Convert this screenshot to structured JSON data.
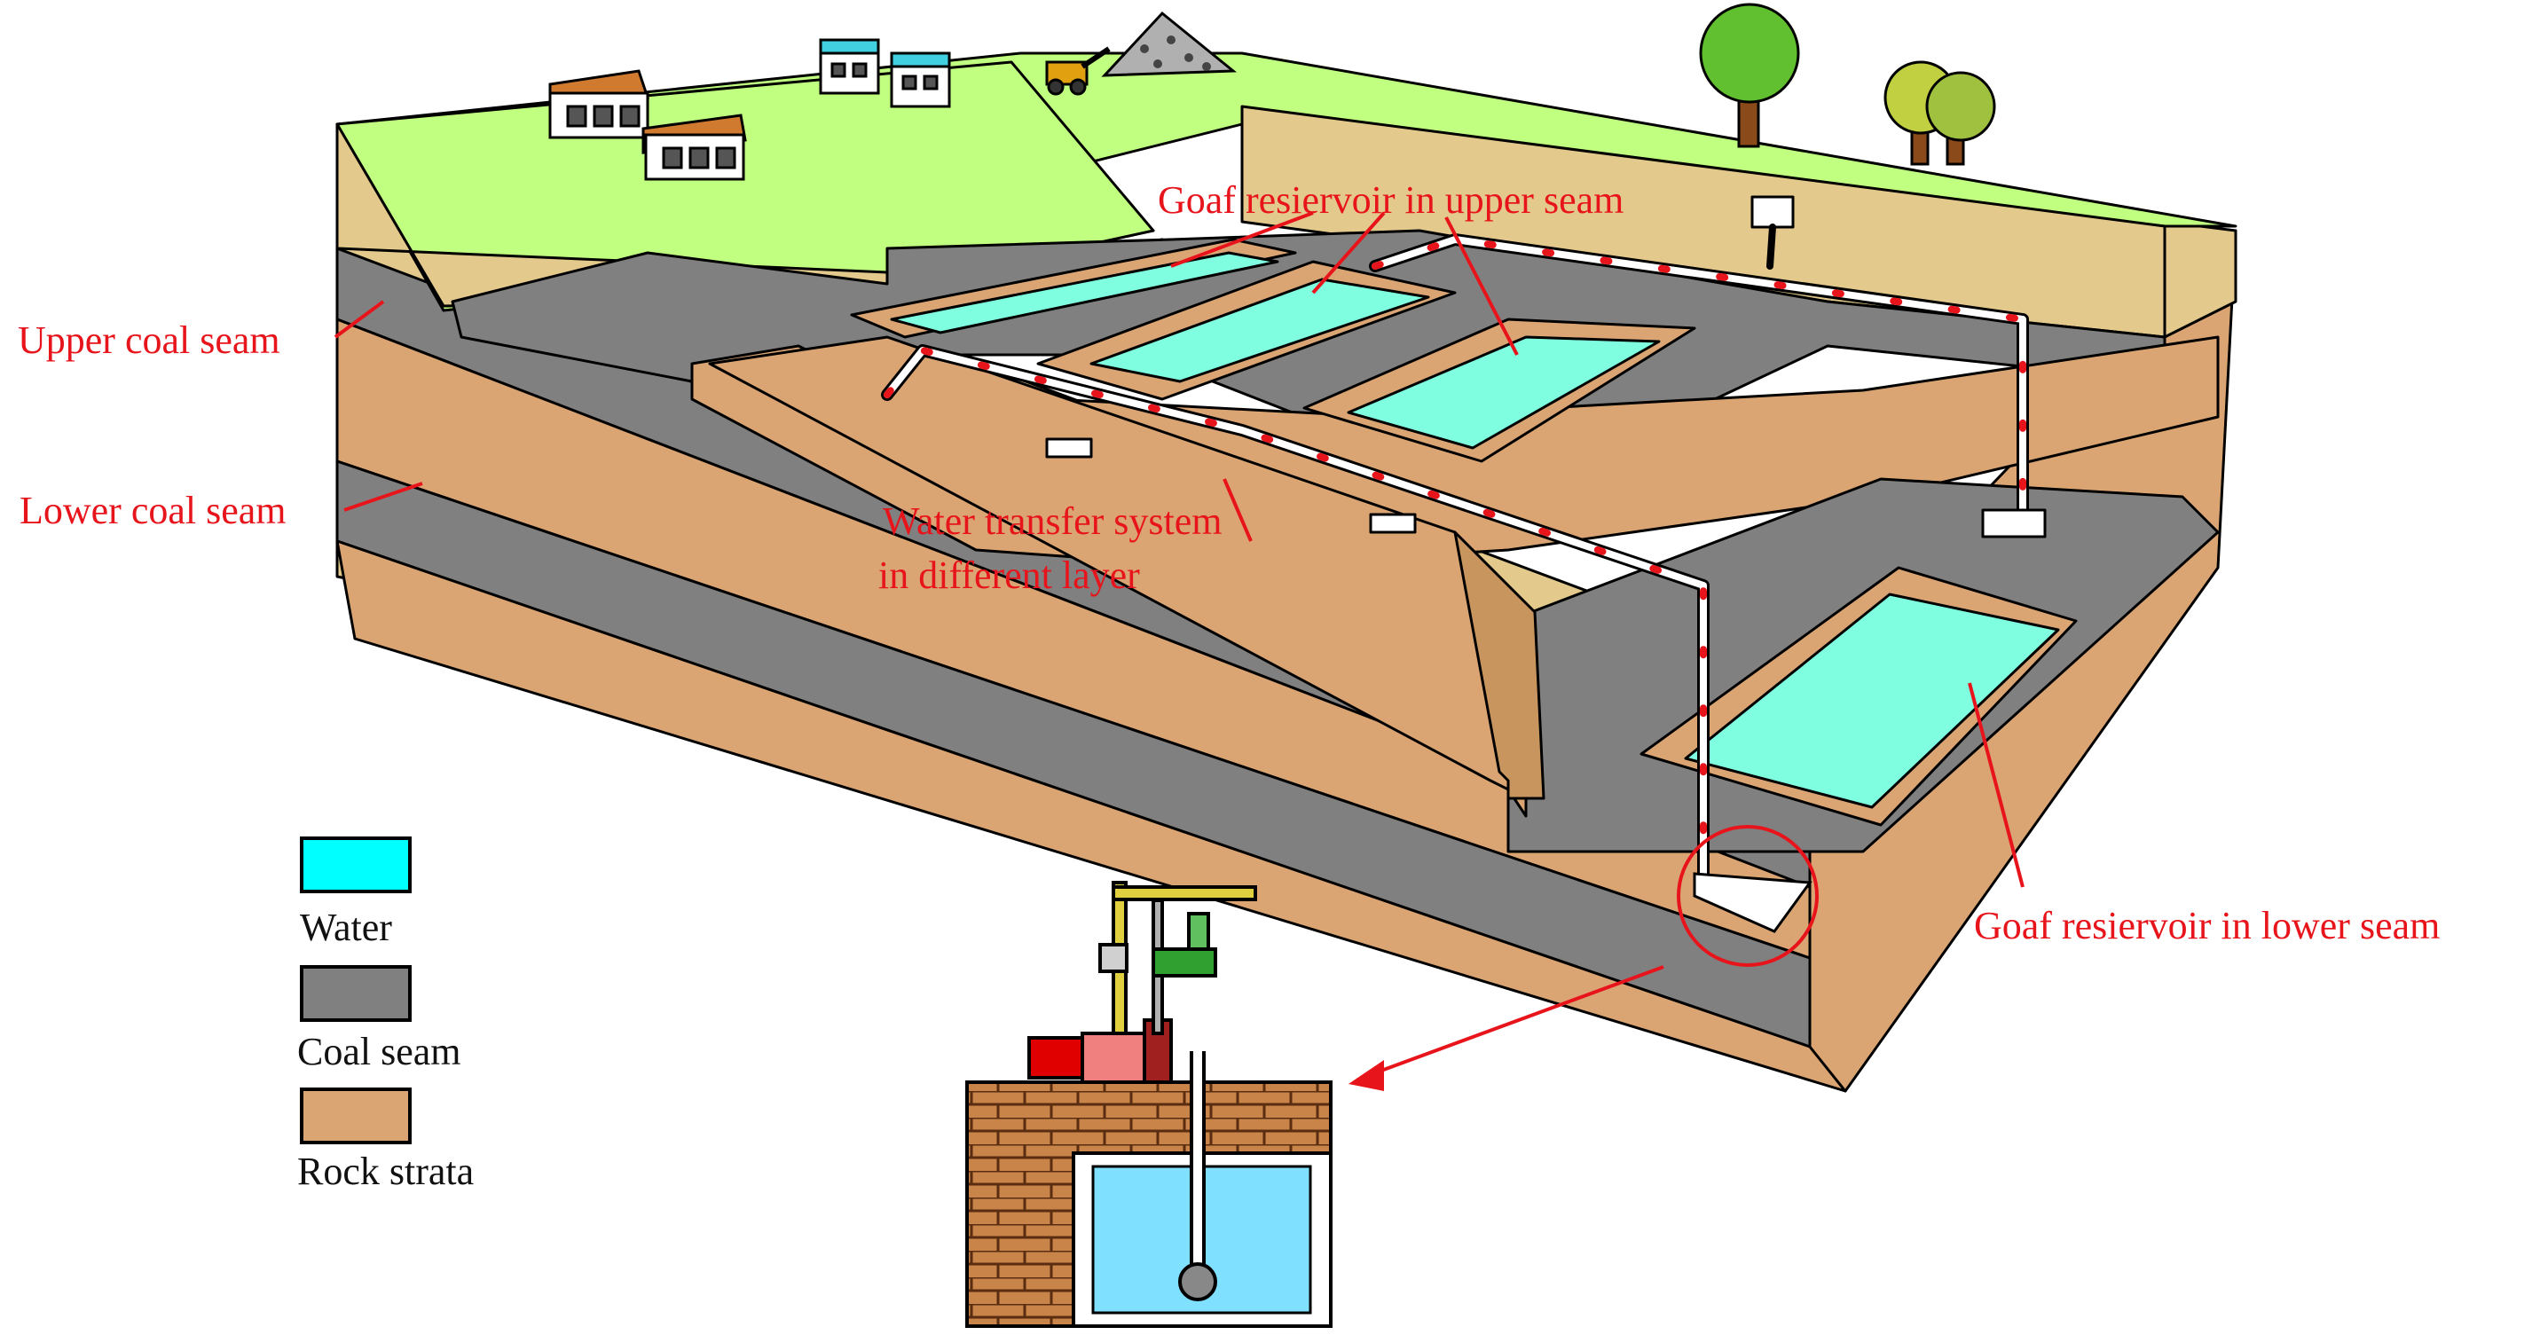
{
  "labels": {
    "upper_coal_seam": "Upper coal seam",
    "lower_coal_seam": "Lower coal seam",
    "goaf_upper": "Goaf resiervoir in upper seam",
    "water_transfer_1": "Water transfer system",
    "water_transfer_2": "in different layer",
    "goaf_lower": "Goaf resiervoir in lower seam"
  },
  "legend": {
    "items": [
      {
        "label": "Water",
        "color": "#00ffff"
      },
      {
        "label": "Coal seam",
        "color": "#808080"
      },
      {
        "label": "Rock strata",
        "color": "#dba573"
      }
    ]
  },
  "colors": {
    "grass": "#c0ff80",
    "soil": "#e3c98b",
    "coal": "#808080",
    "rock": "#dba573",
    "rock_dark": "#c8955f",
    "water": "#80ffe0",
    "annotation": "#e8141b",
    "brick": "#c9844a",
    "tank_water": "#80e0ff"
  },
  "icons": [
    "house-icon",
    "tree-icon",
    "excavator-icon",
    "gravel-pile-icon",
    "pump-station-icon"
  ]
}
